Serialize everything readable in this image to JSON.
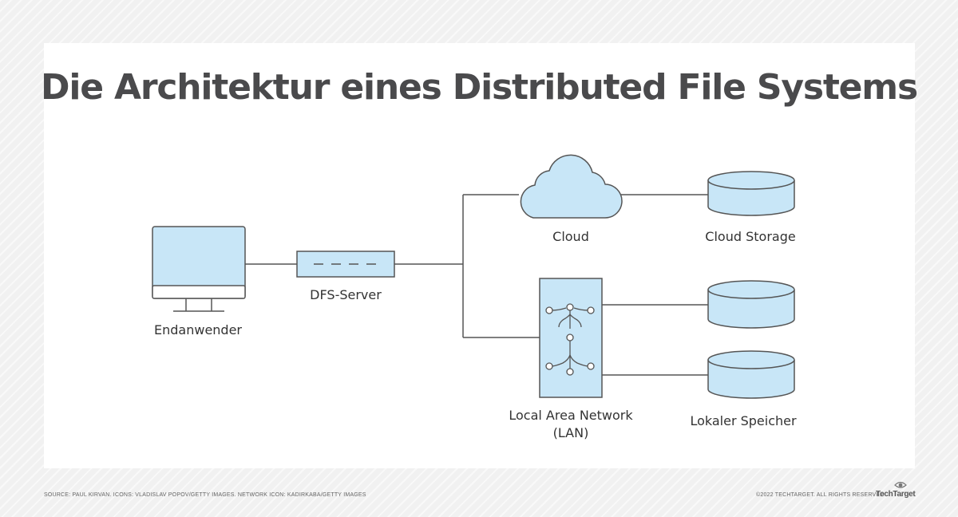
{
  "title": "Die Architektur eines Distributed File Systems",
  "nodes": {
    "end_user": "Endanwender",
    "dfs_server": "DFS-Server",
    "cloud": "Cloud",
    "cloud_storage": "Cloud Storage",
    "lan_line1": "Local Area Network",
    "lan_line2": "(LAN)",
    "local_storage": "Lokaler Speicher"
  },
  "footer": {
    "source": "SOURCE: PAUL KIRVAN. ICONS: VLADISLAV POPOV/GETTY IMAGES. NETWORK ICON: KADIRKABA/GETTY IMAGES",
    "copyright": "©2022 TECHTARGET. ALL RIGHTS RESERVED",
    "brand": "TechTarget"
  },
  "colors": {
    "fill": "#c8e6f7",
    "stroke": "#555555",
    "title": "#4a4a4c"
  }
}
